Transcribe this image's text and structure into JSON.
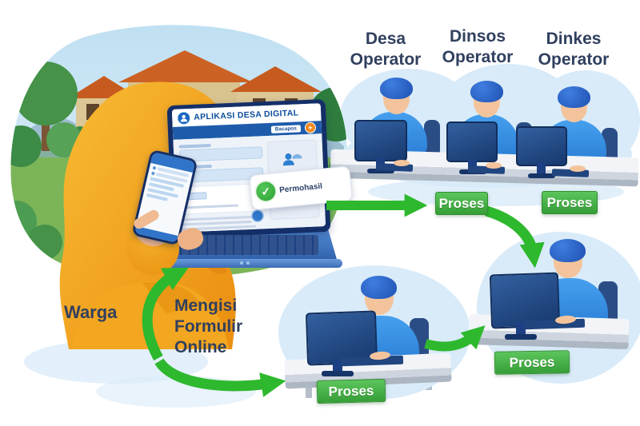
{
  "operator_labels": {
    "desa": "Desa\nOperator",
    "dinsos": "Dinsos\nOperator",
    "dinkes": "Dinkes\nOperator"
  },
  "flow": {
    "warga": "Warga",
    "mengisi_formulir": "Mengisi\nFormulir\nOnline"
  },
  "process": {
    "desa": "Proses",
    "dinsos": "Proses",
    "intake": "Proses",
    "final": "Proses"
  },
  "laptop_app": {
    "title": "APLIKASI DESA DIGITAL",
    "toolbar_button": "Bacapos",
    "add_button": "+",
    "check_glyph": "✓",
    "success_message": "Permohasil"
  },
  "colors": {
    "arrow_green": "#2eb82e",
    "process_button_green": "#46ad46",
    "label_navy": "#31405f",
    "app_blue": "#0d4e9c",
    "hijab_orange": "#f2a428",
    "shirt_blue": "#2e8fe0",
    "cloud_blue": "#d9ebf9"
  }
}
